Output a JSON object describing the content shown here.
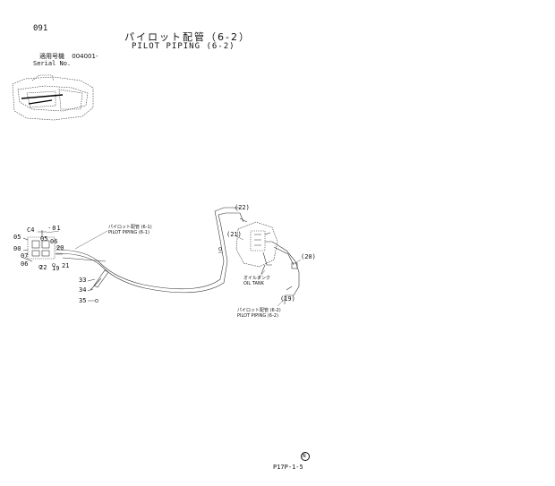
{
  "page_number": "091",
  "title_jp": "パイロット配管（6-2）",
  "title_en": "PILOT PIPING (6-2)",
  "serial": {
    "label_jp": "適用号機",
    "value": "004001-",
    "label_en": "Serial No."
  },
  "part_labels": {
    "c4": "C4",
    "p01": "01",
    "p05a": "05",
    "p05b": "05",
    "p06": "06",
    "p00": "00",
    "p07": "07",
    "p06b": "06",
    "p20": "20",
    "p22": "22",
    "p19": "19",
    "p21": "21",
    "p33": "33",
    "p34": "34",
    "p35": "35",
    "ref22": "(22)",
    "ref21": "(21)",
    "ref20": "(20)",
    "ref19": "(19)"
  },
  "notes": {
    "pilot61_jp": "パイロット配管 (6-1)",
    "pilot61_en": "PILOT PIPING (6-1)",
    "oil_tank_jp": "オイルタンク",
    "oil_tank_en": "OIL TANK",
    "pilot62_jp": "パイロット配管 (6-2)",
    "pilot62_en": "PILOT PIPING (6-2)"
  },
  "footer": {
    "code": "P17P-1-5",
    "mark": "N"
  }
}
